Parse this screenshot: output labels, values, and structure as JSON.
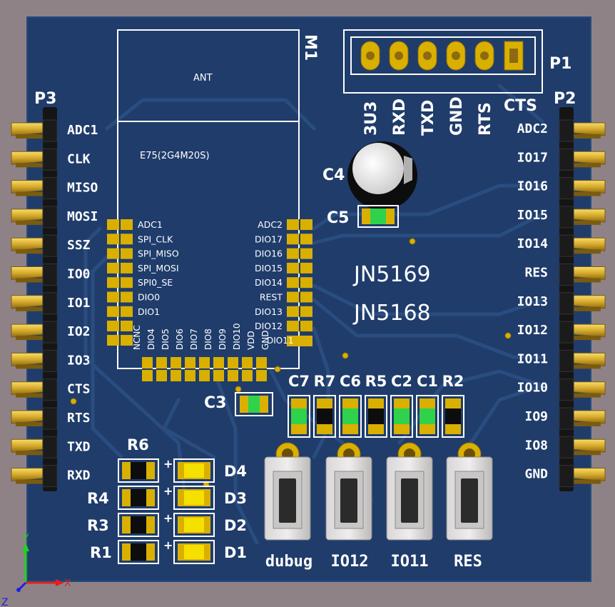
{
  "board": {
    "colors": {
      "board": "#1f3c6b",
      "trace": "#2a4d80",
      "pad": "#d9b000",
      "silk": "#ffffff",
      "led": "#f5e000",
      "cap_green": "#2fd24a"
    }
  },
  "module": {
    "ref": "M1",
    "antenna_label": "ANT",
    "part_label": "E75(2G4M20S)",
    "left_pins": [
      "ADC1",
      "SPI_CLK",
      "SPI_MISO",
      "SPI_MOSI",
      "SPI0_SE",
      "DIO0",
      "DIO1"
    ],
    "right_pins": [
      "ADC2",
      "DIO17",
      "DIO16",
      "DIO15",
      "DIO14",
      "REST",
      "DIO13",
      "DIO12"
    ],
    "bottom_pins": [
      "NCNC",
      "DIO4",
      "DIO5",
      "DIO6",
      "DIO7",
      "DIO8",
      "DIO9",
      "DIO10",
      "VDD",
      "GND"
    ],
    "corner_pin": "DIO11"
  },
  "p1": {
    "ref": "P1",
    "pins": [
      "3U3",
      "RXD",
      "TXD",
      "GND",
      "RTS",
      "CTS"
    ]
  },
  "p3": {
    "ref": "P3",
    "pins": [
      "ADC1",
      "CLK",
      "MISO",
      "MOSI",
      "SSZ",
      "IO0",
      "IO1",
      "IO2",
      "IO3",
      "CTS",
      "RTS",
      "TXD",
      "RXD"
    ]
  },
  "p2": {
    "ref": "P2",
    "pins": [
      "ADC2",
      "IO17",
      "IO16",
      "IO15",
      "IO14",
      "RES",
      "IO13",
      "IO12",
      "IO11",
      "IO10",
      "IO9",
      "IO8",
      "GND"
    ]
  },
  "components": {
    "c4": "C4",
    "c5": "C5",
    "c3": "C3",
    "chip_names": [
      "JN5169",
      "JN5168"
    ],
    "smd_row": [
      "C7",
      "R7",
      "C6",
      "R5",
      "C2",
      "C1",
      "R2"
    ],
    "resistors": [
      "R6",
      "R4",
      "R3",
      "R1"
    ],
    "leds": [
      "D4",
      "D3",
      "D2",
      "D1"
    ],
    "led_plus": "+"
  },
  "buttons": [
    {
      "label": "dubug"
    },
    {
      "label": "IO12"
    },
    {
      "label": "IO11"
    },
    {
      "label": "RES"
    }
  ],
  "axes": {
    "y": "Y",
    "x": "X",
    "z": "Z"
  }
}
